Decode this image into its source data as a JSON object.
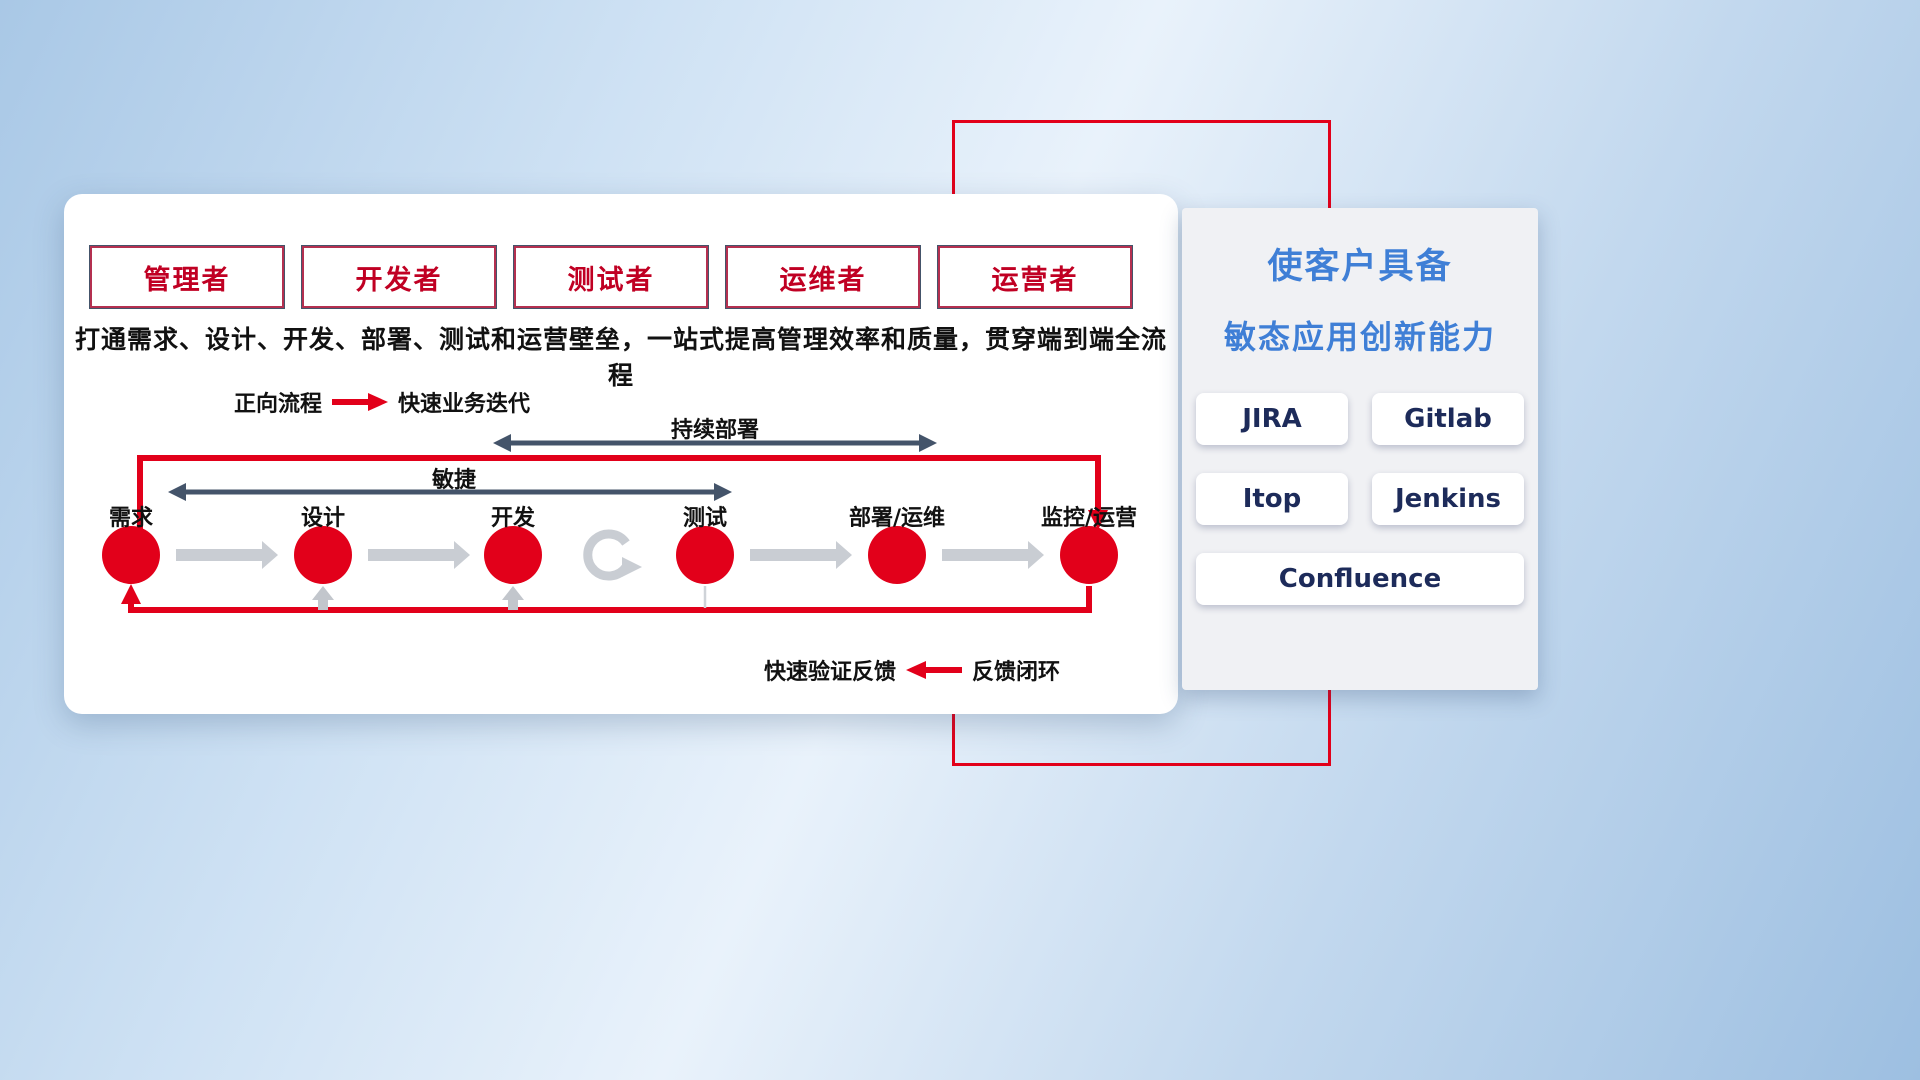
{
  "slide": {
    "roles": [
      "管理者",
      "开发者",
      "测试者",
      "运维者",
      "运营者"
    ],
    "description": "打通需求、设计、开发、部署、测试和运营壁垒，一站式提高管理效率和质量，贯穿端到端全流程",
    "legend_forward": {
      "label": "正向流程",
      "value": "快速业务迭代"
    },
    "legend_feedback": {
      "label": "快速验证反馈",
      "value": "反馈闭环"
    },
    "flow": {
      "stages": [
        "需求",
        "设计",
        "开发",
        "测试",
        "部署/运维",
        "监控/运营"
      ],
      "agile_label": "敏捷",
      "continuous_deploy_label": "持续部署"
    }
  },
  "panel": {
    "title_line1": "使客户具备",
    "title_line2": "敏态应用创新能力",
    "tools": [
      "JIRA",
      "Gitlab",
      "Itop",
      "Jenkins",
      "Confluence"
    ]
  },
  "colors": {
    "accent_red": "#E2001A",
    "slate_arrow": "#44546A",
    "gray_arrow": "#C9CDD3",
    "panel_title_blue": "#3F7FD6",
    "tool_text_navy": "#1D2B5A"
  }
}
